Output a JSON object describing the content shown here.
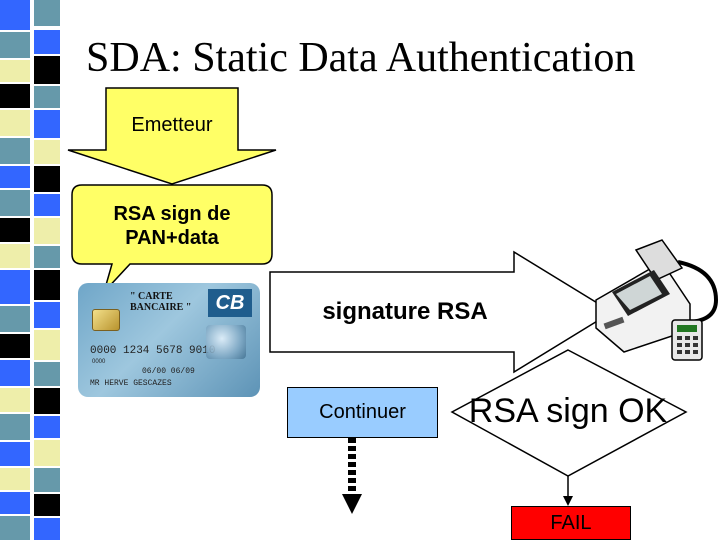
{
  "title": "SDA: Static Data Authentication",
  "emetteur": {
    "label": "Emetteur"
  },
  "rsa_sign_box": {
    "line1": "RSA sign de",
    "line2": "PAN+data"
  },
  "signature_arrow": {
    "label": "signature RSA"
  },
  "continuer": {
    "label": "Continuer"
  },
  "decision": {
    "label": "RSA sign OK"
  },
  "fail": {
    "label": "FAIL"
  },
  "card": {
    "brand_line1": "\" CARTE",
    "brand_line2": "BANCAIRE \"",
    "logo": "CB",
    "number": "0000 1234 5678 9010",
    "small_code": "0000",
    "validity": "06/00 06/09",
    "holder": "MR HERVE GESCAZES"
  },
  "colors": {
    "yellow": "#ffff66",
    "light_blue": "#99ccff",
    "red": "#ff0000",
    "strip_blue": "#3366ff",
    "strip_teal": "#6699aa",
    "strip_black": "#000000",
    "strip_pale": "#eeeeaa"
  },
  "icons": [
    "smart-card-icon",
    "payment-terminal-icon"
  ]
}
